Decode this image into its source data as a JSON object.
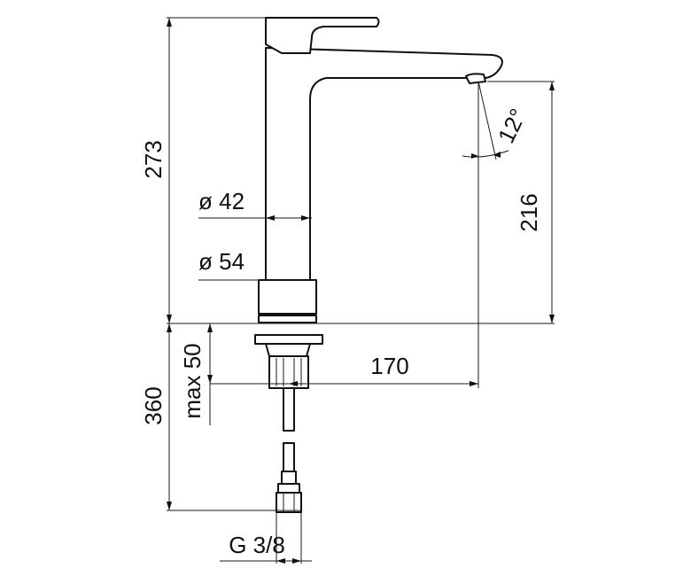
{
  "dimensions": {
    "total_height": "273",
    "spout_height": "216",
    "spout_angle": "12°",
    "body_diameter": "ø 42",
    "base_diameter": "ø 54",
    "reach": "170",
    "max_thickness": "max 50",
    "hose_length": "360",
    "connection": "G 3/8"
  }
}
